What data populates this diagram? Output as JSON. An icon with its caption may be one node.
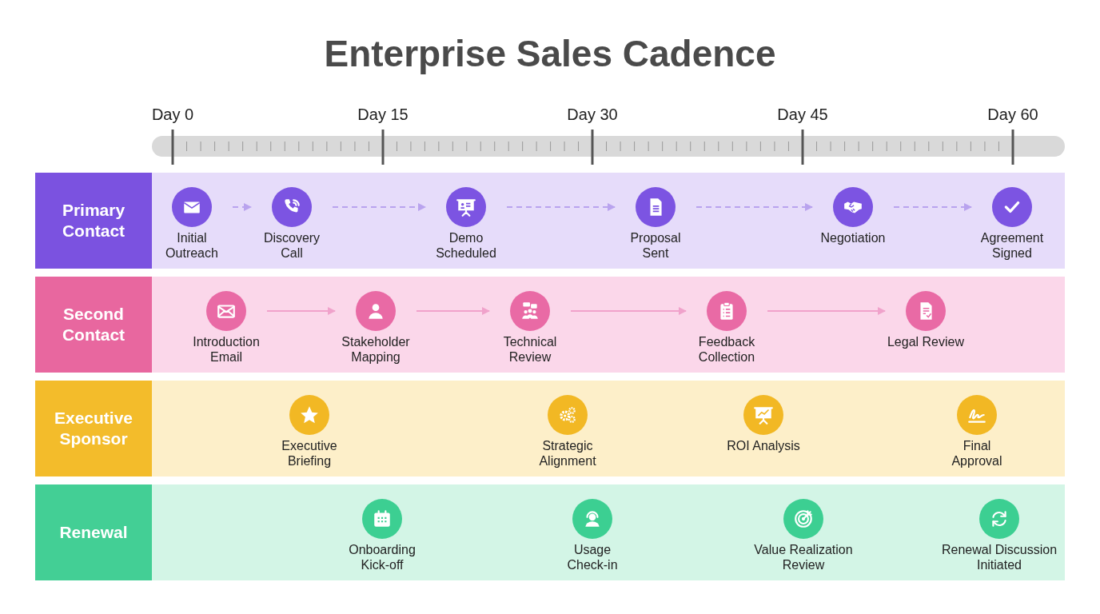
{
  "diagram": {
    "title": "Enterprise Sales Cadence",
    "nodes": [
      {
        "text": [
          "Primary Contact"
        ]
      },
      {
        "text": [
          "Initial Outreach"
        ],
        "in": 0
      },
      {
        "text": [
          "Discovery Call"
        ],
        "in": 0
      },
      {
        "text": [
          "Demo Scheduled"
        ],
        "in": 0
      },
      {
        "text": [
          "Proposal Sent"
        ],
        "in": 0
      },
      {
        "text": [
          "Negotiation"
        ],
        "in": 0
      },
      {
        "text": [
          "Agreement Signed"
        ],
        "in": 0
      },
      {
        "text": [
          "Second Contact"
        ]
      },
      {
        "text": [
          "Introduction Email"
        ],
        "in": 7
      },
      {
        "text": [
          "Stakeholder Mapping"
        ],
        "in": 7
      },
      {
        "text": [
          "Technical Review"
        ],
        "in": 7
      },
      {
        "text": [
          "Feedback Collection"
        ],
        "in": 7
      },
      {
        "text": [
          "Legal Review"
        ],
        "in": 7
      },
      {
        "text": [
          "Executive Sponsor"
        ]
      },
      {
        "text": [
          "Executive Briefing"
        ],
        "in": 13
      },
      {
        "text": [
          "Strategic Alignment"
        ],
        "in": 13
      },
      {
        "text": [
          "ROI Analysis"
        ],
        "in": 13
      },
      {
        "text": [
          "Final Approval"
        ],
        "in": 13
      },
      {
        "text": [
          "Renewal"
        ]
      },
      {
        "text": [
          "Onboarding Kick-off"
        ],
        "in": 18
      },
      {
        "text": [
          "Usage Check-in"
        ],
        "in": 18
      },
      {
        "text": [
          "Value Realization Review"
        ],
        "in": 18
      },
      {
        "text": [
          "Renewal Discussion Initiated"
        ],
        "in": 18
      }
    ],
    "edges": [
      {
        "from": 1,
        "to": 2,
        "arrow": "to",
        "style": "dashed",
        "color": "#b9a3ee"
      },
      {
        "from": 2,
        "to": 3,
        "arrow": "to",
        "style": "dashed",
        "color": "#b9a3ee"
      },
      {
        "from": 3,
        "to": 4,
        "arrow": "to",
        "style": "dashed",
        "color": "#b9a3ee"
      },
      {
        "from": 4,
        "to": 5,
        "arrow": "to",
        "style": "dashed",
        "color": "#b9a3ee"
      },
      {
        "from": 5,
        "to": 6,
        "arrow": "to",
        "style": "dashed",
        "color": "#b9a3ee"
      },
      {
        "from": 8,
        "to": 9,
        "arrow": "to",
        "color": "#f0a2cb"
      },
      {
        "from": 9,
        "to": 10,
        "arrow": "to",
        "color": "#f0a2cb"
      },
      {
        "from": 10,
        "to": 11,
        "arrow": "to",
        "color": "#f0a2cb"
      },
      {
        "from": 11,
        "to": 12,
        "arrow": "to",
        "color": "#f0a2cb"
      }
    ],
    "labels": [
      "Day 0",
      "Day 15",
      "Day 30",
      "Day 45",
      "Day 60"
    ]
  }
}
